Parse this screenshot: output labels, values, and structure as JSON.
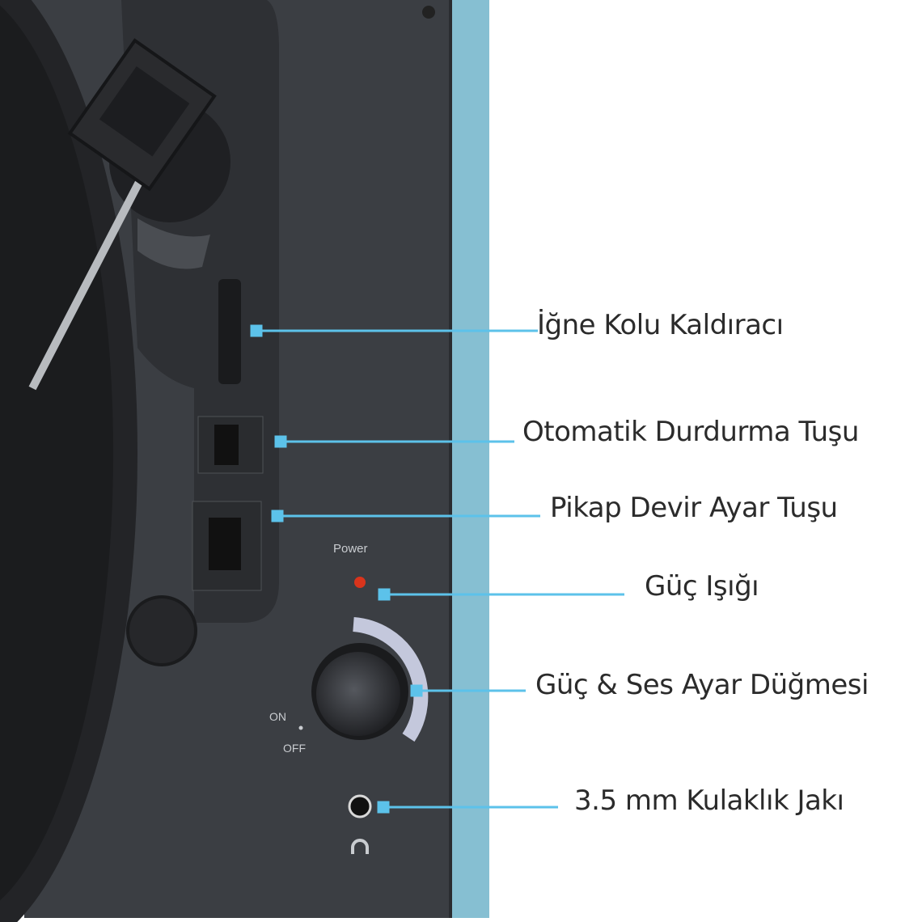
{
  "colors": {
    "panel": "#3b3e43",
    "stripe": "#86bfd2",
    "callout": "#5cc2ea",
    "led": "#d9341c"
  },
  "panel_print": {
    "power": "Power",
    "on": "ON",
    "off": "OFF"
  },
  "callouts": [
    {
      "id": "tonearm-lift",
      "label": "İğne Kolu Kaldıracı"
    },
    {
      "id": "auto-stop",
      "label": "Otomatik Durdurma Tuşu"
    },
    {
      "id": "speed",
      "label": "Pikap Devir Ayar Tuşu"
    },
    {
      "id": "power-light",
      "label": "Güç Işığı"
    },
    {
      "id": "volume-knob",
      "label": "Güç & Ses Ayar Düğmesi"
    },
    {
      "id": "headphone",
      "label": "3.5 mm Kulaklık Jakı"
    }
  ]
}
